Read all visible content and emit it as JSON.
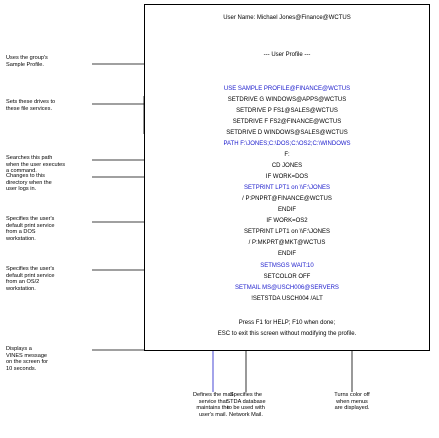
{
  "panel": {
    "user_name": "User Name: Michael Jones@Finance@WCTUS",
    "section_title": "--- User Profile ---",
    "lines": [
      {
        "text": "USE SAMPLE PROFILE@FINANCE@WCTUS",
        "color": "#1a1acc"
      },
      {
        "text": "SETDRIVE G WINDOWS@APPS@WCTUS",
        "color": "#000000"
      },
      {
        "text": "SETDRIVE P FS1@SALES@WCTUS",
        "color": "#000000"
      },
      {
        "text": "SETDRIVE F FS2@FINANCE@WCTUS",
        "color": "#000000"
      },
      {
        "text": "SETDRIVE D WINDOWS@SALES@WCTUS",
        "color": "#000000"
      },
      {
        "text": "PATH F:\\JONES;C:\\DOS;C:\\OS2;C:\\WINDOWS",
        "color": "#1a1acc"
      },
      {
        "text": "F:",
        "color": "#000000"
      },
      {
        "text": "CD JONES",
        "color": "#000000"
      },
      {
        "text": "IF WORK=DOS",
        "color": "#000000"
      },
      {
        "text": "SETPRINT LPT1 on \\\\F:\\JONES",
        "color": "#1a1acc"
      },
      {
        "text": "/ P:PNPRT@FINANCE@WCTUS",
        "color": "#000000"
      },
      {
        "text": "ENDIF",
        "color": "#000000"
      },
      {
        "text": "IF WORK=OS2",
        "color": "#000000"
      },
      {
        "text": "SETPRINT LPT1 on \\\\F:\\JONES",
        "color": "#000000"
      },
      {
        "text": "/ P:MKPRT@MKT@WCTUS",
        "color": "#000000"
      },
      {
        "text": "ENDIF",
        "color": "#000000"
      },
      {
        "text": "SETMSGS WAIT:10",
        "color": "#1a1acc"
      },
      {
        "text": "SETCOLOR OFF",
        "color": "#000000"
      },
      {
        "text": "SETMAIL MS@USCH006@SERVERS",
        "color": "#1a1acc"
      },
      {
        "text": "!SETSTDA USCH004 /ALT",
        "color": "#000000"
      }
    ],
    "footer_1": "Press F1 for HELP; F10 when done;",
    "footer_2": "ESC to exit this screen without modifying the profile."
  },
  "annotations_left": [
    {
      "lines": [
        "Uses the group's",
        "Sample Profile."
      ]
    },
    {
      "lines": [
        "Sets these drives to",
        "these file services."
      ]
    },
    {
      "lines": [
        "Searches this path",
        "when the user executes",
        "a command."
      ]
    },
    {
      "lines": [
        "Changes to this",
        "directory when the",
        "user logs in."
      ]
    },
    {
      "lines": [
        "Specifies the user's",
        "default print service",
        "from a DOS",
        "workstation."
      ]
    },
    {
      "lines": [
        "Specifies the user's",
        "default print service",
        "from an OS/2",
        "workstation."
      ]
    },
    {
      "lines": [
        "Displays a",
        "VINES message",
        "on the screen for",
        "10 seconds."
      ]
    }
  ],
  "annotations_bottom": [
    {
      "lines": [
        "Defines the mail",
        "service that",
        "maintains the",
        "user's mail."
      ]
    },
    {
      "lines": [
        "Specifies the",
        "STDA database",
        "to be used with",
        "Network Mail."
      ]
    },
    {
      "lines": [
        "Turns color off",
        "when menus",
        "are displayed."
      ]
    }
  ],
  "colors": {
    "accent": "#1a1acc",
    "text": "#000000",
    "border": "#000000",
    "background": "#ffffff"
  }
}
